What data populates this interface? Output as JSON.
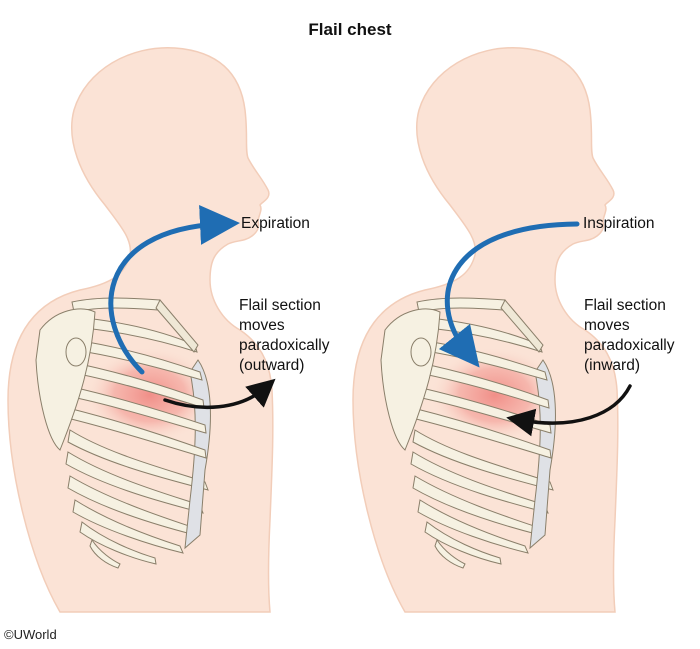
{
  "title": "Flail chest",
  "colors": {
    "skin": "#fbe3d6",
    "skin_outline": "#f2cdb9",
    "bone": "#f6f1e2",
    "bone_outline": "#8a7f6a",
    "cartilage": "#dfe1e6",
    "flail_glow": "#f19a92",
    "air_arrow": "#1f6db3",
    "motion_arrow": "#111111"
  },
  "panels": [
    {
      "phase": "expiration",
      "airflow_label": "Expiration",
      "flail_label_lines": [
        "Flail section",
        "moves",
        "paradoxically",
        "(outward)"
      ]
    },
    {
      "phase": "inspiration",
      "airflow_label": "Inspiration",
      "flail_label_lines": [
        "Flail section",
        "moves",
        "paradoxically",
        "(inward)"
      ]
    }
  ],
  "copyright": "©UWorld"
}
